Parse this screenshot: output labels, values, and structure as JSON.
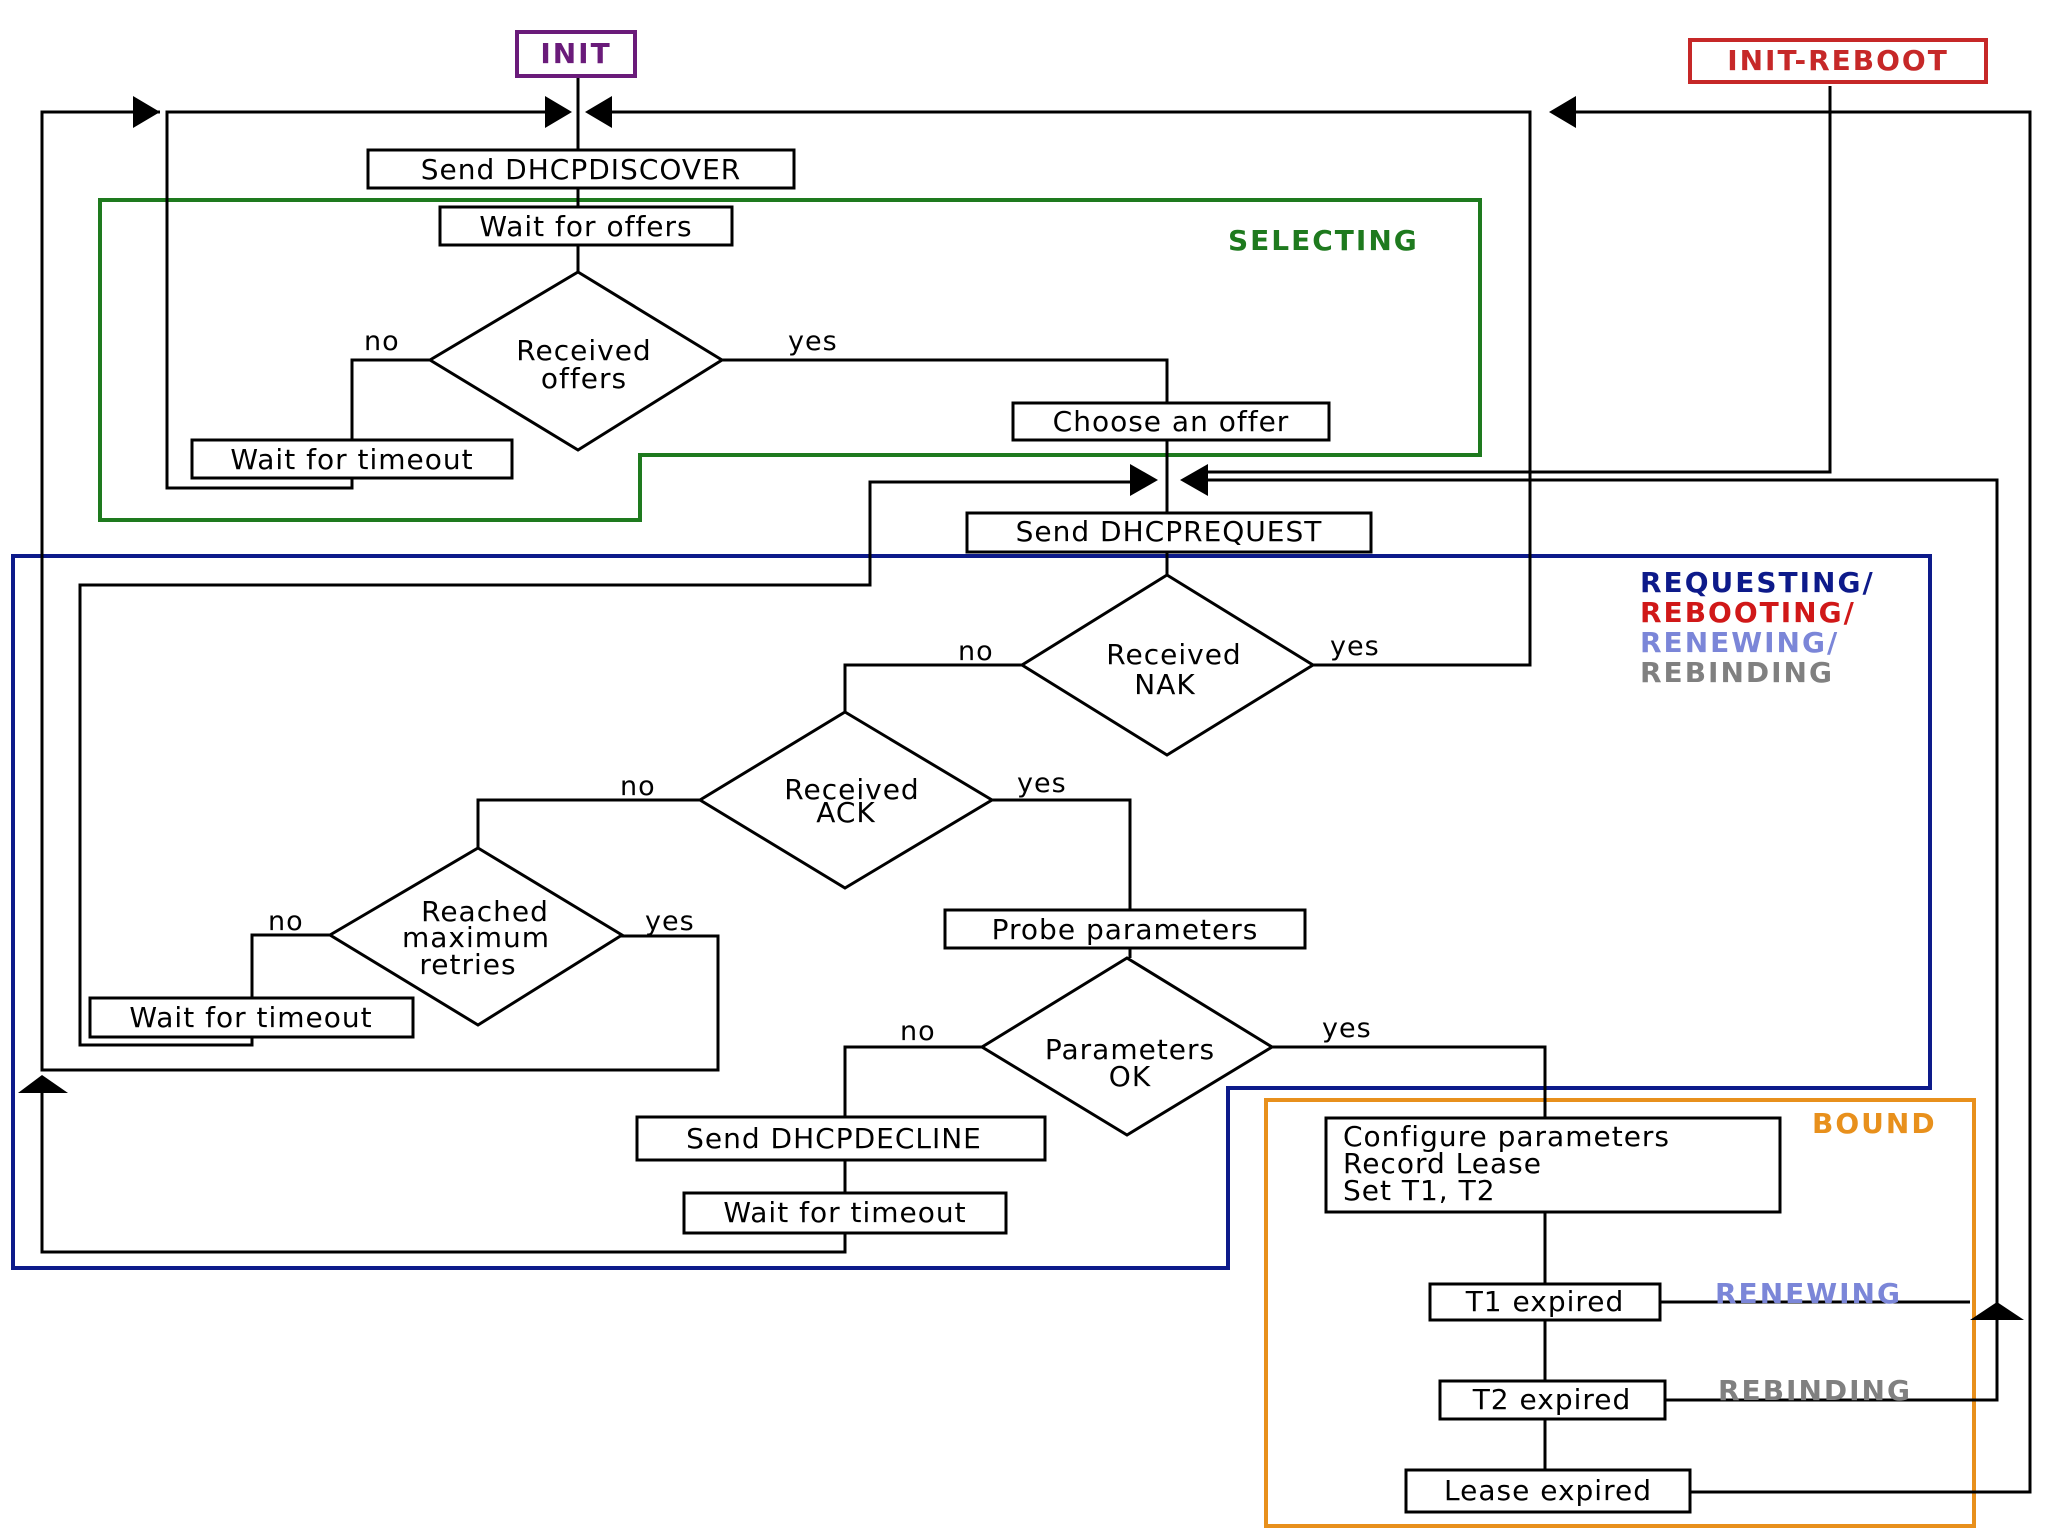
{
  "colors": {
    "init": "#6a1b7a",
    "init_reboot": "#c62828",
    "selecting": "#1e7a1e",
    "requesting": "#0d1a8a",
    "rebooting": "#d01818",
    "renewing": "#7b86d8",
    "rebinding": "#808080",
    "bound": "#e8901c"
  },
  "states": {
    "init": "INIT",
    "init_reboot": "INIT-REBOOT",
    "selecting": "SELECTING",
    "requesting": "REQUESTING/",
    "rebooting": "REBOOTING/",
    "renewing": "RENEWING/",
    "rebinding": "REBINDING",
    "bound": "BOUND",
    "renewing_lbl": "RENEWING",
    "rebinding_lbl": "REBINDING"
  },
  "boxes": {
    "send_discover": "Send DHCPDISCOVER",
    "wait_offers": "Wait for offers",
    "wait_timeout_1": "Wait for timeout",
    "choose_offer": "Choose an offer",
    "send_request": "Send DHCPREQUEST",
    "probe": "Probe parameters",
    "wait_timeout_2": "Wait for timeout",
    "send_decline": "Send DHCPDECLINE",
    "wait_timeout_3": "Wait for timeout",
    "configure_1": "Configure parameters",
    "configure_2": "Record Lease",
    "configure_3": "Set T1, T2",
    "t1": "T1 expired",
    "t2": "T2 expired",
    "lease": "Lease expired"
  },
  "decisions": {
    "offers_1": "Received",
    "offers_2": "offers",
    "nak_1": "Received",
    "nak_2": "NAK",
    "ack_1": "Received",
    "ack_2": "ACK",
    "retries_1": "Reached",
    "retries_2": "maximum",
    "retries_3": "retries",
    "params_1": "Parameters",
    "params_2": "OK"
  },
  "edges": {
    "offers_no": "no",
    "offers_yes": "yes",
    "nak_no": "no",
    "nak_yes": "yes",
    "ack_no": "no",
    "ack_yes": "yes",
    "retries_no": "no",
    "retries_yes": "yes",
    "params_no": "no",
    "params_yes": "yes"
  }
}
